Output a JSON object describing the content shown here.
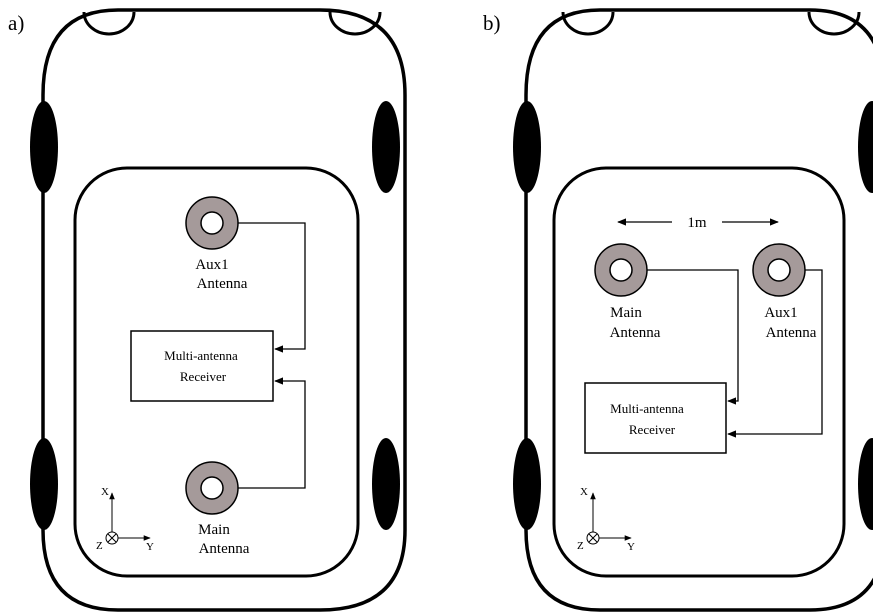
{
  "panels": [
    {
      "label": "a)",
      "antennas": {
        "aux1": [
          "Aux1",
          "Antenna"
        ],
        "main": [
          "Main",
          "Antenna"
        ]
      },
      "receiver": [
        "Multi-antenna",
        "Receiver"
      ],
      "axes": {
        "x": "X",
        "y": "Y",
        "z": "Z"
      }
    },
    {
      "label": "b)",
      "antennas": {
        "aux1": [
          "Aux1",
          "Antenna"
        ],
        "main": [
          "Main",
          "Antenna"
        ]
      },
      "receiver": [
        "Multi-antenna",
        "Receiver"
      ],
      "separation": "1m",
      "axes": {
        "x": "X",
        "y": "Y",
        "z": "Z"
      }
    }
  ],
  "colors": {
    "outline": "#000000",
    "tire": "#000000",
    "antenna_ring": "#a59a9a",
    "antenna_center": "#ffffff",
    "background": "#ffffff"
  }
}
